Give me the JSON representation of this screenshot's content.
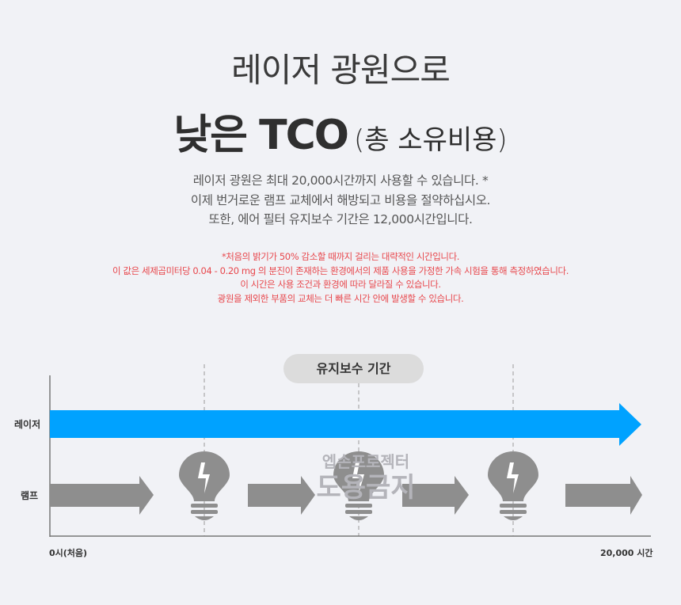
{
  "header": {
    "title_line1": "레이저 광원으로",
    "title_bold": "낮은 TCO",
    "title_light": "(총 소유비용)"
  },
  "description": [
    "레이저 광원은 최대 20,000시간까지 사용할 수 있습니다. *",
    "이제 번거로운 램프 교체에서 해방되고 비용을 절약하십시오.",
    "또한, 에어 필터 유지보수 기간은 12,000시간입니다."
  ],
  "notes": [
    "*처음의 밝기가 50% 감소할 때까지 걸리는 대략적인 시간입니다.",
    "이 값은 세제곱미터당 0.04 - 0.20 mg 의 분진이 존재하는 환경에서의 제품 사용을 가정한 가속 시험을 통해 측정하였습니다.",
    "이 시간은 사용 조건과 환경에 따라 달라질 수 있습니다.",
    "광원을 제외한 부품의 교체는 더 빠른 시간 안에 발생할 수 있습니다."
  ],
  "diagram": {
    "maintenance_label": "유지보수 기간",
    "row_laser": "레이저",
    "row_lamp": "램프",
    "x_start": "0시(처음)",
    "x_end": "20,000 시간",
    "laser_color": "#00a2ff",
    "lamp_color": "#8e8e8e",
    "lamp_replacements": 3
  },
  "watermark": {
    "line1": "엡손프로젝터",
    "line2": "도용금지"
  }
}
